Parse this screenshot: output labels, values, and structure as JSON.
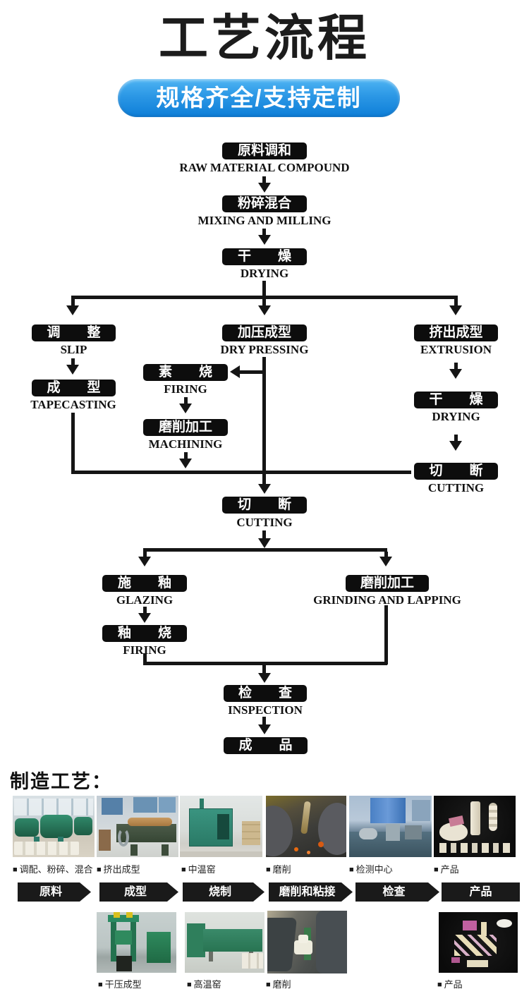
{
  "header": {
    "title": "工艺流程",
    "subtitle": "规格齐全/支持定制"
  },
  "colors": {
    "accent_blue_top": "#4eb4f3",
    "accent_blue_bottom": "#0d7ed8",
    "flow_box_black": "#0d0d0d"
  },
  "icons": {
    "bullet": "■"
  },
  "flow": {
    "nodes": [
      {
        "id": "raw-material",
        "zh": "原料调和",
        "en": "RAW MATERIAL COMPOUND"
      },
      {
        "id": "mixing",
        "zh": "粉碎混合",
        "en": "MIXING AND MILLING"
      },
      {
        "id": "drying-1",
        "zh": "干　　燥",
        "en": "DRYING"
      },
      {
        "id": "slip",
        "zh": "调　　整",
        "en": "SLIP"
      },
      {
        "id": "dry-pressing",
        "zh": "加压成型",
        "en": "DRY PRESSING"
      },
      {
        "id": "extrusion",
        "zh": "挤出成型",
        "en": "EXTRUSION"
      },
      {
        "id": "tapecasting",
        "zh": "成　　型",
        "en": "TAPECASTING"
      },
      {
        "id": "firing-1",
        "zh": "素　　烧",
        "en": "FIRING"
      },
      {
        "id": "machining",
        "zh": "磨削加工",
        "en": "MACHINING"
      },
      {
        "id": "drying-2",
        "zh": "干　　燥",
        "en": "DRYING"
      },
      {
        "id": "cutting-1",
        "zh": "切　　断",
        "en": "CUTTING"
      },
      {
        "id": "cutting-2",
        "zh": "切　　断",
        "en": "CUTTING"
      },
      {
        "id": "glazing",
        "zh": "施　　釉",
        "en": "GLAZING"
      },
      {
        "id": "grinding",
        "zh": "磨削加工",
        "en": "GRINDING AND LAPPING"
      },
      {
        "id": "firing-2",
        "zh": "釉　　烧",
        "en": "FIRING"
      },
      {
        "id": "inspection",
        "zh": "检　　查",
        "en": "INSPECTION"
      },
      {
        "id": "product",
        "zh": "成　　品",
        "en": ""
      }
    ]
  },
  "manufacture": {
    "heading": "制造工艺：",
    "row1_labels": [
      "调配、粉碎、混合",
      "挤出成型",
      "中温窑",
      "磨削",
      "检测中心",
      "产品"
    ],
    "steps": [
      "原料",
      "成型",
      "烧制",
      "磨削和粘接",
      "检查",
      "产品"
    ],
    "row2_labels": [
      "干压成型",
      "高温窑",
      "磨削",
      "产品"
    ]
  }
}
